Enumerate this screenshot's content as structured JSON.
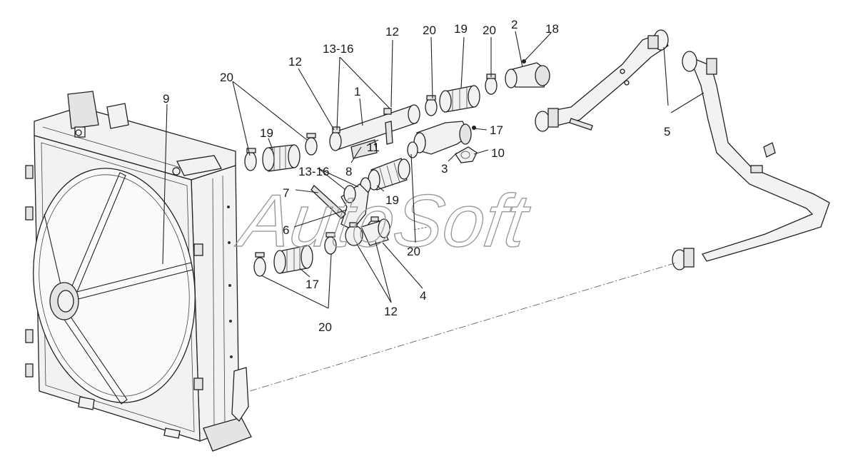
{
  "watermark": "AutoSoft",
  "callouts": {
    "c1": "1",
    "c2": "2",
    "c3": "3",
    "c4": "4",
    "c5": "5",
    "c6": "6",
    "c7": "7",
    "c8": "8",
    "c9": "9",
    "c10": "10",
    "c11": "11",
    "c12a": "12",
    "c12b": "12",
    "c12c": "12",
    "c13a": "13-16",
    "c13b": "13-16",
    "c17a": "17",
    "c17b": "17",
    "c18": "18",
    "c19a": "19",
    "c19b": "19",
    "c19c": "19",
    "c20a": "20",
    "c20b": "20",
    "c20c": "20",
    "c20d": "20",
    "c20e": "20"
  }
}
